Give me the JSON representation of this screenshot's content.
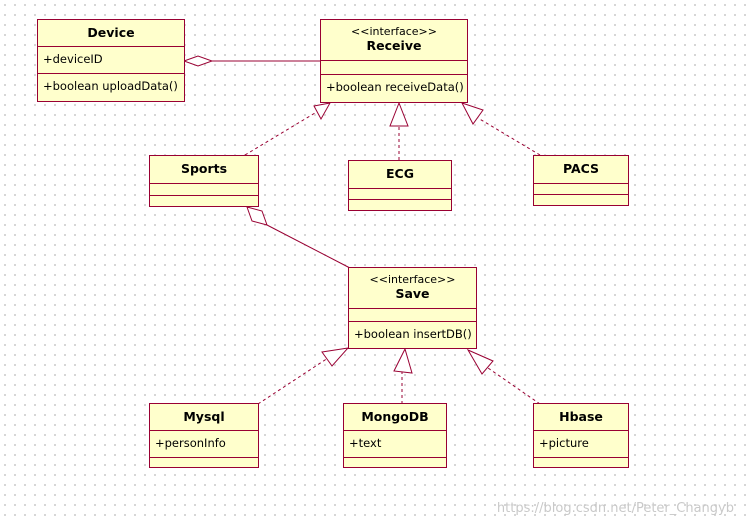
{
  "classes": {
    "device": {
      "name": "Device",
      "attributes": [
        "+deviceID"
      ],
      "operations": [
        "+boolean uploadData()"
      ]
    },
    "receive": {
      "stereotype": "<<interface>>",
      "name": "Receive",
      "operations": [
        "+boolean receiveData()"
      ]
    },
    "sports": {
      "name": "Sports"
    },
    "ecg": {
      "name": "ECG"
    },
    "pacs": {
      "name": "PACS"
    },
    "save": {
      "stereotype": "<<interface>>",
      "name": "Save",
      "operations": [
        "+boolean insertDB()"
      ]
    },
    "mysql": {
      "name": "Mysql",
      "attributes": [
        "+personInfo"
      ]
    },
    "mongodb": {
      "name": "MongoDB",
      "attributes": [
        "+text"
      ]
    },
    "hbase": {
      "name": "Hbase",
      "attributes": [
        "+picture"
      ]
    }
  },
  "watermark": "https://blog.csdn.net/Peter_Changyb",
  "colors": {
    "fill": "#ffffcc",
    "stroke": "#990033",
    "grid": "#c8c8c8"
  }
}
